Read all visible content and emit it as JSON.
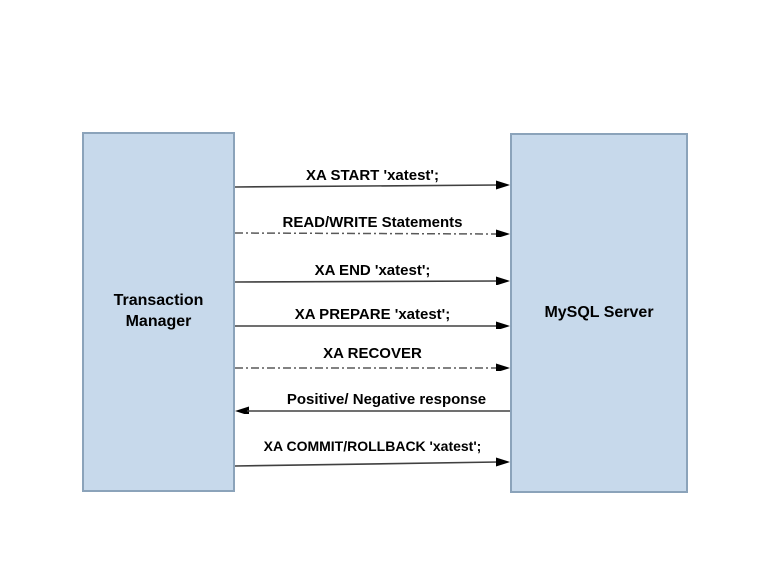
{
  "diagram": {
    "left_actor": {
      "label": "Transaction Manager"
    },
    "right_actor": {
      "label": "MySQL Server"
    },
    "messages": [
      {
        "label": "XA START 'xatest';",
        "direction": "right",
        "line_style": "solid"
      },
      {
        "label": "READ/WRITE Statements",
        "direction": "right",
        "line_style": "dashed"
      },
      {
        "label": "XA END 'xatest';",
        "direction": "right",
        "line_style": "solid"
      },
      {
        "label": "XA PREPARE 'xatest';",
        "direction": "right",
        "line_style": "solid"
      },
      {
        "label": "XA RECOVER",
        "direction": "right",
        "line_style": "dashed"
      },
      {
        "label": "Positive/ Negative response",
        "direction": "left",
        "line_style": "solid"
      },
      {
        "label": "XA COMMIT/ROLLBACK 'xatest';",
        "direction": "right",
        "line_style": "solid"
      }
    ],
    "colors": {
      "background": "#ffffff",
      "box_fill": "#c7d9eb",
      "box_border": "#8ba3ba",
      "line": "#404040",
      "arrowhead": "#000000",
      "text": "#000000"
    }
  }
}
